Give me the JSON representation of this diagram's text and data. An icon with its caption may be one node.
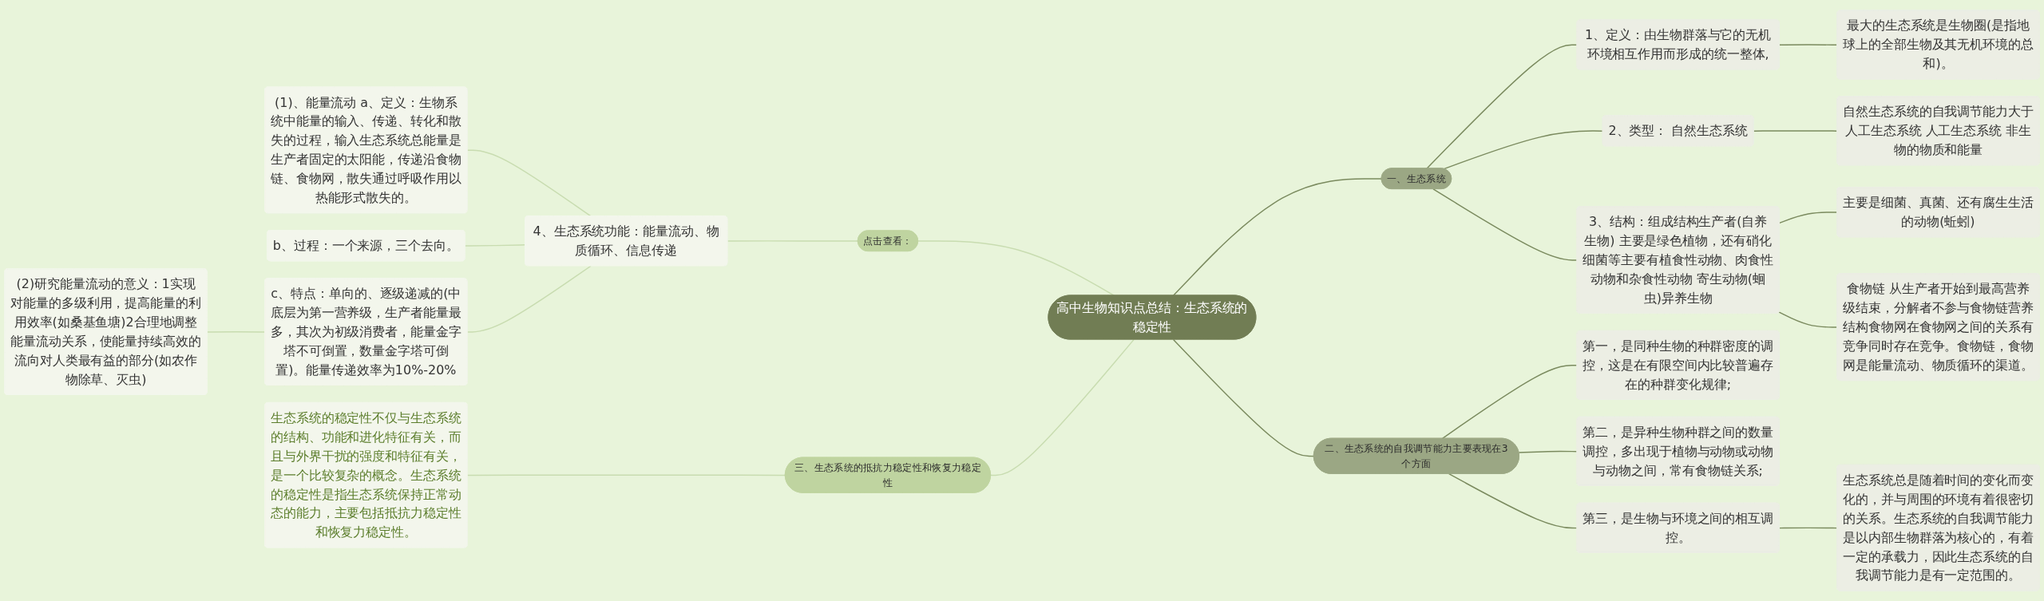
{
  "diagram": {
    "nodes": [
      {
        "text": [
          "高中生物知识点总结：生态系统的稳定性"
        ]
      },
      {
        "text": [
          "一、生态系统"
        ]
      },
      {
        "text": [
          "1、定义：由生物群落与它的无机环境相互作用而形成的统一整体,"
        ]
      },
      {
        "text": [
          "最大的生态系统是生物圈(是指地球上的全部生物及其无机环境的总和)。"
        ]
      },
      {
        "text": [
          "2、类型： 自然生态系统"
        ]
      },
      {
        "text": [
          "自然生态系统的自我调节能力大于人工生态系统 人工生态系统 非生物的物质和能量"
        ]
      },
      {
        "text": [
          "3、结构：组成结构生产者(自养生物) 主要是绿色植物，还有硝化细菌等主要有植食性动物、肉食性动物和杂食性动物 寄生动物(蛔虫)异养生物"
        ]
      },
      {
        "text": [
          "主要是细菌、真菌、还有腐生生活的动物(蚯蚓)"
        ]
      },
      {
        "text": [
          "食物链 从生产者开始到最高营养级结束，分解者不参与食物链营养结构食物网在食物网之间的关系有竞争同时存在竞争。食物链，食物网是能量流动、物质循环的渠道。"
        ]
      },
      {
        "text": [
          "二、生态系统的自我调节能力主要表现在3个方面"
        ]
      },
      {
        "text": [
          "第一，是同种生物的种群密度的调控，这是在有限空间内比较普遍存在的种群变化规律;"
        ]
      },
      {
        "text": [
          "第二，是异种生物种群之间的数量调控，多出现于植物与动物或动物与动物之间，常有食物链关系;"
        ]
      },
      {
        "text": [
          "第三，是生物与环境之间的相互调控。"
        ]
      },
      {
        "text": [
          "生态系统总是随着时间的变化而变化的，并与周围的环境有着很密切的关系。生态系统的自我调节能力是以内部生物群落为核心的，有着一定的承载力，因此生态系统的自我调节能力是有一定范围的。"
        ]
      },
      {
        "text": [
          "点击查看："
        ]
      },
      {
        "text": [
          "4、生态系统功能：能量流动、物质循环、信息传递"
        ]
      },
      {
        "text": [
          "(1)、能量流动 a、定义：生物系统中能量的输入、传递、转化和散失的过程，输入生态系统总能量是生产者固定的太阳能，传递沿食物链、食物网，散失通过呼吸作用以热能形式散失的。"
        ]
      },
      {
        "text": [
          "b、过程：一个来源，三个去向。"
        ]
      },
      {
        "text": [
          "c、特点：单向的、逐级递减的(中底层为第一营养级，生产者能量最多，其次为初级消费者，能量金字塔不可倒置，数量金字塔可倒置)。能量传递效率为10%-20%"
        ]
      },
      {
        "text": [
          "(2)研究能量流动的意义：1实现对能量的多级利用，提高能量的利用效率(如桑基鱼塘)2合理地调整能量流动关系，使能量持续高效的流向对人类最有益的部分(如农作物除草、灭虫)"
        ]
      },
      {
        "text": [
          "三、生态系统的抵抗力稳定性和恢复力稳定性"
        ]
      },
      {
        "text": [
          "生态系统的稳定性不仅与生态系统的结构、功能和进化特征有关，而且与外界干扰的强度和特征有关，是一个比较复杂的概念。生态系统的稳定性是指生态系统保持正常动态的能力，主要包括抵抗力稳定性和恢复力稳定性。"
        ]
      }
    ],
    "edges": [
      {
        "from": 0,
        "to": 1,
        "arrow": "none"
      },
      {
        "from": 1,
        "to": 2,
        "arrow": "none"
      },
      {
        "from": 2,
        "to": 3,
        "arrow": "none"
      },
      {
        "from": 1,
        "to": 4,
        "arrow": "none"
      },
      {
        "from": 4,
        "to": 5,
        "arrow": "none"
      },
      {
        "from": 1,
        "to": 6,
        "arrow": "none"
      },
      {
        "from": 6,
        "to": 7,
        "arrow": "none"
      },
      {
        "from": 6,
        "to": 8,
        "arrow": "none"
      },
      {
        "from": 0,
        "to": 9,
        "arrow": "none"
      },
      {
        "from": 9,
        "to": 10,
        "arrow": "none"
      },
      {
        "from": 9,
        "to": 11,
        "arrow": "none"
      },
      {
        "from": 9,
        "to": 12,
        "arrow": "none"
      },
      {
        "from": 12,
        "to": 13,
        "arrow": "none"
      },
      {
        "from": 0,
        "to": 14,
        "arrow": "none",
        "color": "#c8dcb0"
      },
      {
        "from": 14,
        "to": 15,
        "arrow": "none",
        "color": "#c8dcb0"
      },
      {
        "from": 15,
        "to": 16,
        "arrow": "none",
        "color": "#c8dcb0"
      },
      {
        "from": 15,
        "to": 17,
        "arrow": "none",
        "color": "#c8dcb0"
      },
      {
        "from": 15,
        "to": 18,
        "arrow": "none",
        "color": "#c8dcb0"
      },
      {
        "from": 18,
        "to": 19,
        "arrow": "none",
        "color": "#c8dcb0"
      },
      {
        "from": 0,
        "to": 20,
        "arrow": "none",
        "color": "#c8dcb0"
      },
      {
        "from": 20,
        "to": 21,
        "arrow": "none",
        "color": "#c8dcb0"
      }
    ]
  }
}
